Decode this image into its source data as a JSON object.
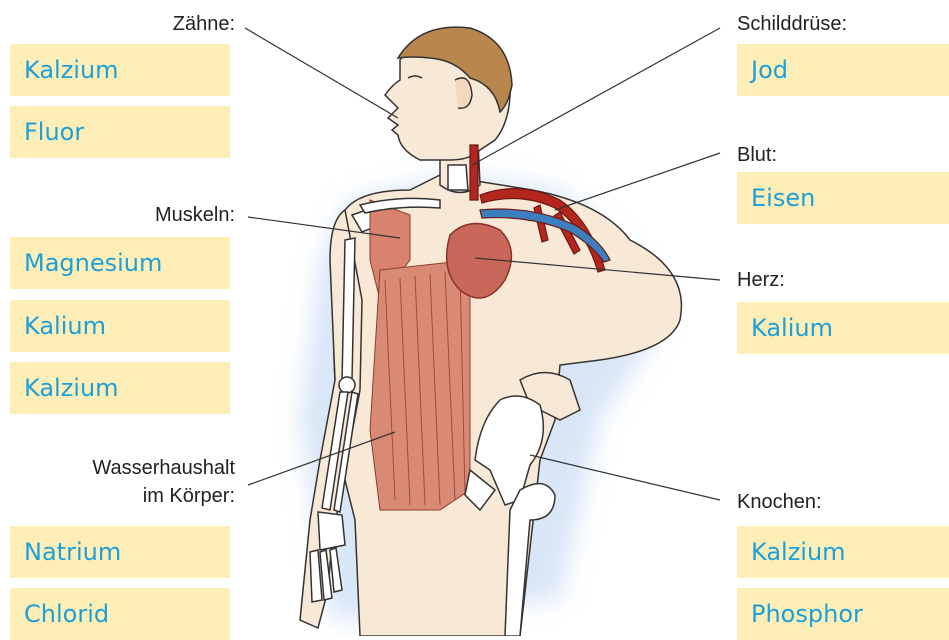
{
  "groups": {
    "teeth": {
      "label": "Zähne:",
      "items": [
        "Kalzium",
        "Fluor"
      ]
    },
    "muscles": {
      "label": "Muskeln:",
      "items": [
        "Magnesium",
        "Kalium",
        "Kalzium"
      ]
    },
    "water": {
      "label_line1": "Wasserhaushalt",
      "label_line2": "im Körper:",
      "items": [
        "Natrium",
        "Chlorid"
      ]
    },
    "thyroid": {
      "label": "Schilddrüse:",
      "items": [
        "Jod"
      ]
    },
    "blood": {
      "label": "Blut:",
      "items": [
        "Eisen"
      ]
    },
    "heart": {
      "label": "Herz:",
      "items": [
        "Kalium"
      ]
    },
    "bones": {
      "label": "Knochen:",
      "items": [
        "Kalzium",
        "Phosphor"
      ]
    }
  },
  "colors": {
    "box_fill": "#fdeeb8",
    "box_text": "#1e9fd8",
    "muscle": "#d9836f",
    "heart": "#c9675a",
    "blood_red": "#b3261e",
    "vein_blue": "#3c7fc0",
    "skin": "#f7e6d0",
    "hair": "#b9874e",
    "glow": "#cfe0f5"
  }
}
